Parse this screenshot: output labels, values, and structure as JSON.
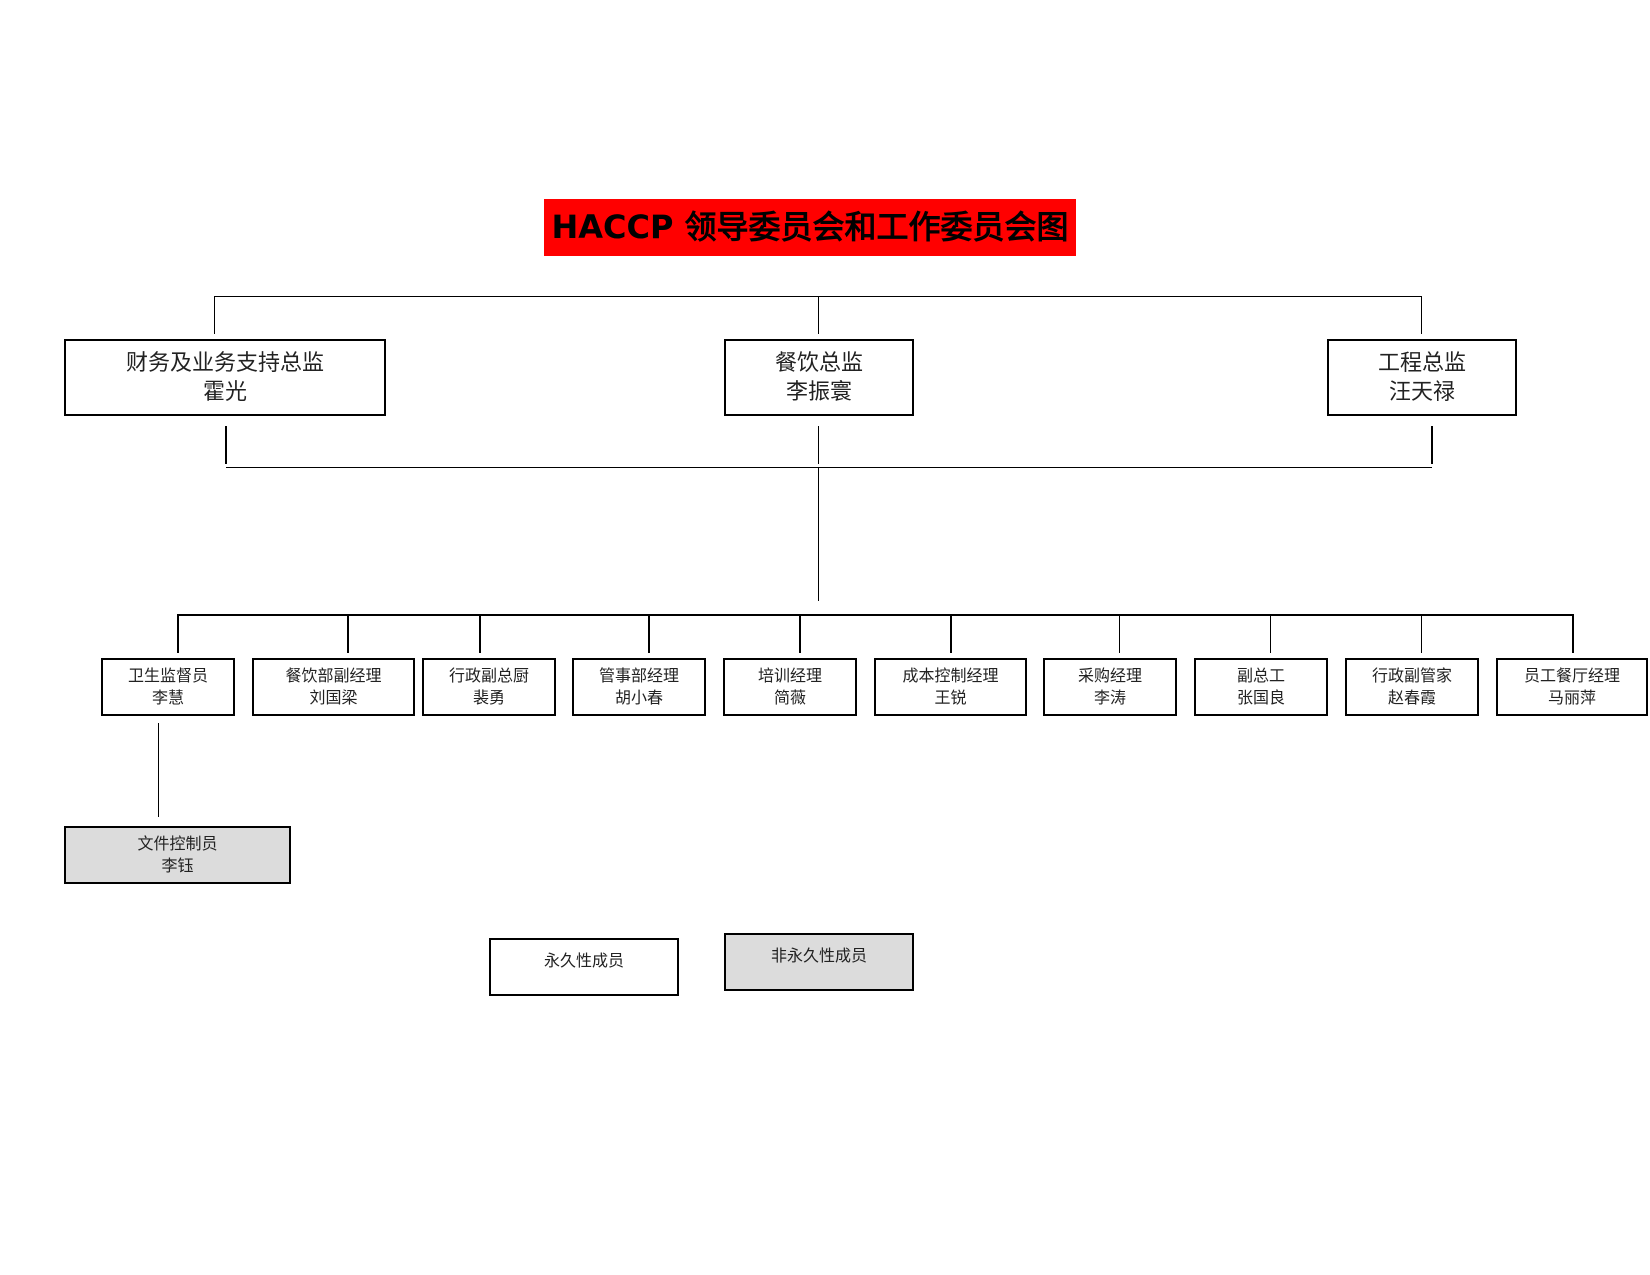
{
  "title": "HACCP 领导委员会和工作委员会图",
  "directors": [
    {
      "role": "财务及业务支持总监",
      "name": "霍光"
    },
    {
      "role": "餐饮总监",
      "name": "李振寰"
    },
    {
      "role": "工程总监",
      "name": "汪天禄"
    }
  ],
  "members": [
    {
      "role": "卫生监督员",
      "name": "李慧"
    },
    {
      "role": "餐饮部副经理",
      "name": "刘国梁"
    },
    {
      "role": "行政副总厨",
      "name": "裴勇"
    },
    {
      "role": "管事部经理",
      "name": "胡小春"
    },
    {
      "role": "培训经理",
      "name": "简薇"
    },
    {
      "role": "成本控制经理",
      "name": "王锐"
    },
    {
      "role": "采购经理",
      "name": "李涛"
    },
    {
      "role": "副总工",
      "name": "张国良"
    },
    {
      "role": "行政副管家",
      "name": "赵春霞"
    },
    {
      "role": "员工餐厅经理",
      "name": "马丽萍"
    }
  ],
  "doc_controller": {
    "role": "文件控制员",
    "name": "李钰"
  },
  "legend": {
    "permanent": "永久性成员",
    "non_permanent": "非永久性成员"
  },
  "colors": {
    "title_bg": "#ff0000",
    "non_permanent_fill": "#dcdcdc"
  }
}
